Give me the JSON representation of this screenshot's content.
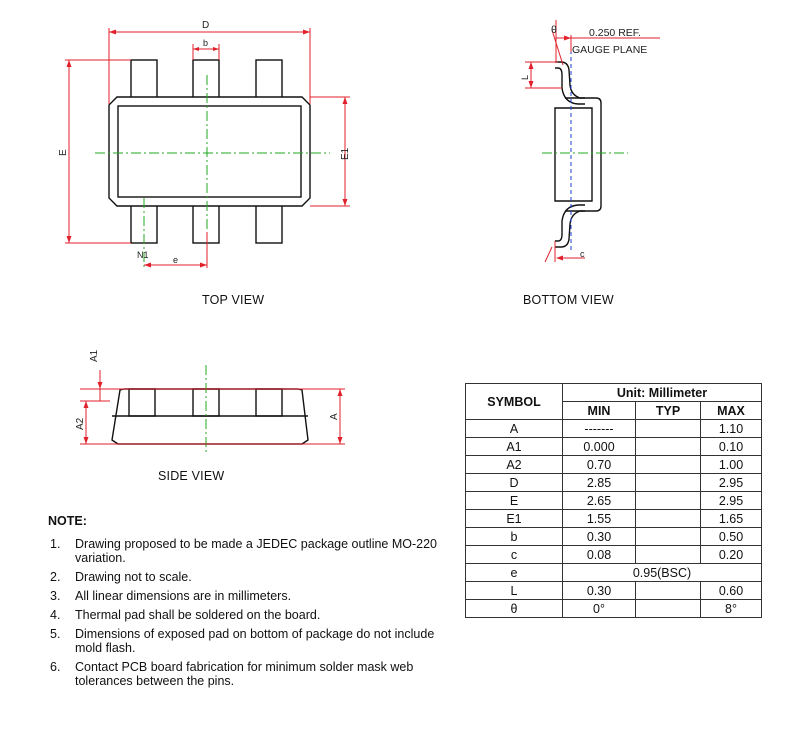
{
  "views": {
    "top_view": "TOP VIEW",
    "bottom_view": "BOTTOM VIEW",
    "side_view": "SIDE VIEW"
  },
  "dimension_labels": {
    "D": "D",
    "b": "b",
    "E": "E",
    "E1": "E1",
    "e": "e",
    "N1": "N1",
    "theta": "θ",
    "ref": "0.250 REF.",
    "gauge_plane": "GAUGE PLANE",
    "L": "L",
    "c": "c",
    "A1": "A1",
    "A2": "A2",
    "A": "A"
  },
  "table": {
    "symbol_header": "SYMBOL",
    "unit_header": "Unit: Millimeter",
    "min_header": "MIN",
    "typ_header": "TYP",
    "max_header": "MAX",
    "rows": [
      {
        "symbol": "A",
        "min": "-------",
        "typ": "",
        "max": "1.10"
      },
      {
        "symbol": "A1",
        "min": "0.000",
        "typ": "",
        "max": "0.10"
      },
      {
        "symbol": "A2",
        "min": "0.70",
        "typ": "",
        "max": "1.00"
      },
      {
        "symbol": "D",
        "min": "2.85",
        "typ": "",
        "max": "2.95"
      },
      {
        "symbol": "E",
        "min": "2.65",
        "typ": "",
        "max": "2.95"
      },
      {
        "symbol": "E1",
        "min": "1.55",
        "typ": "",
        "max": "1.65"
      },
      {
        "symbol": "b",
        "min": "0.30",
        "typ": "",
        "max": "0.50"
      },
      {
        "symbol": "c",
        "min": "0.08",
        "typ": "",
        "max": "0.20"
      },
      {
        "symbol": "e",
        "span": "0.95(BSC)"
      },
      {
        "symbol": "L",
        "min": "0.30",
        "typ": "",
        "max": "0.60"
      },
      {
        "symbol": "θ",
        "min": "0°",
        "typ": "",
        "max": "8°"
      }
    ]
  },
  "notes": {
    "title": "NOTE:",
    "items": [
      {
        "num": "1.",
        "text": "Drawing proposed to be made a JEDEC package outline MO-220 variation."
      },
      {
        "num": "2.",
        "text": "Drawing not to scale."
      },
      {
        "num": "3.",
        "text": "All linear dimensions are in millimeters."
      },
      {
        "num": "4.",
        "text": "Thermal pad shall be soldered on the board."
      },
      {
        "num": "5.",
        "text": "Dimensions of exposed pad on bottom of package do not include mold flash."
      },
      {
        "num": "6.",
        "text": "Contact PCB board fabrication for minimum solder mask web tolerances between the pins."
      }
    ]
  },
  "colors": {
    "outline": "#111111",
    "dimension": "#e0202a",
    "centerline": "#22aa22",
    "hidden": "#1a3fd0"
  }
}
